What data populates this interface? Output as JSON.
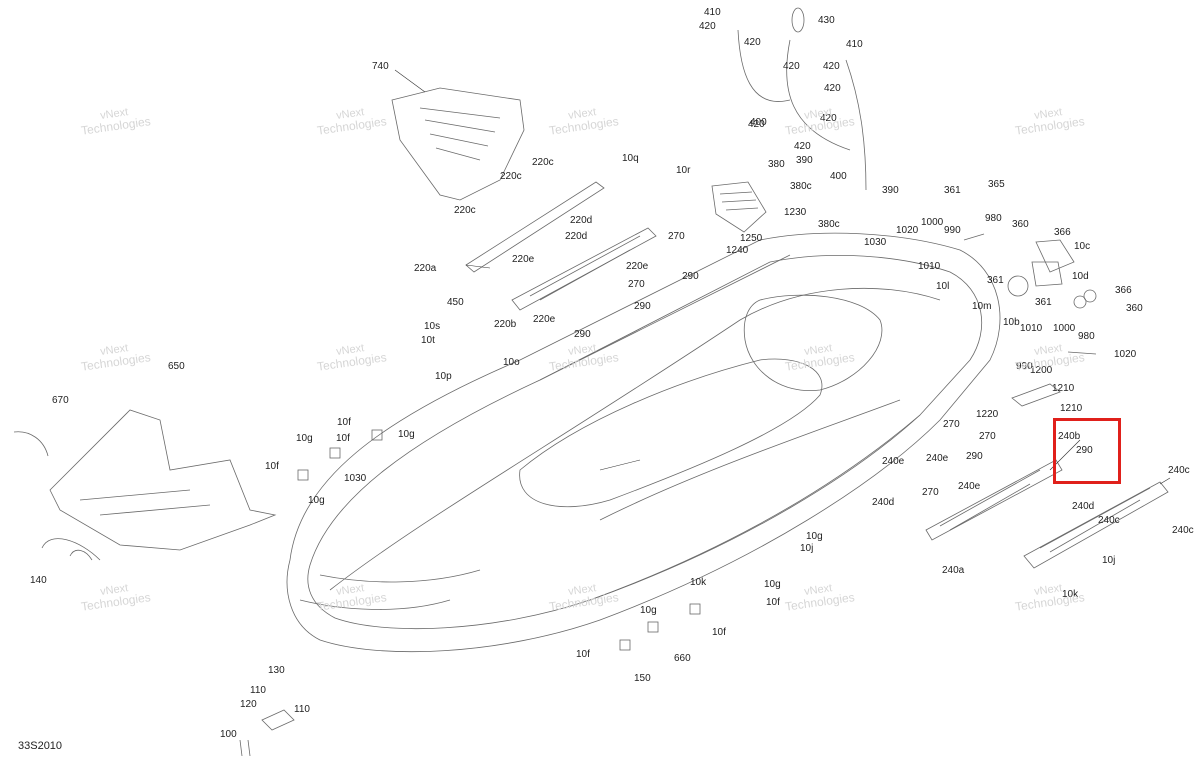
{
  "diagram": {
    "code": "33S2010",
    "watermark": {
      "line1": "vNext",
      "line2": "Technologies"
    },
    "highlight_label": "240b",
    "callouts": [
      "740",
      "220c",
      "220c",
      "220c",
      "220a",
      "220d",
      "220d",
      "220e",
      "220e",
      "220e",
      "220b",
      "270",
      "270",
      "290",
      "290",
      "290",
      "10q",
      "10r",
      "1230",
      "1250",
      "1240",
      "410",
      "420",
      "420",
      "420",
      "420",
      "430",
      "410",
      "420",
      "420",
      "400",
      "400",
      "420",
      "390",
      "380",
      "380c",
      "420",
      "390",
      "380c",
      "361",
      "365",
      "980",
      "1030",
      "1020",
      "1000",
      "990",
      "1010",
      "10l",
      "10m",
      "360",
      "366",
      "10c",
      "361",
      "10d",
      "361",
      "366",
      "360",
      "10b",
      "450",
      "10s",
      "10t",
      "10o",
      "10p",
      "650",
      "670",
      "10f",
      "10f",
      "10g",
      "10g",
      "10f",
      "10g",
      "1030",
      "1010",
      "1000",
      "980",
      "1020",
      "990",
      "1200",
      "1210",
      "1220",
      "1210",
      "240b",
      "290",
      "270",
      "270",
      "240e",
      "290",
      "240e",
      "270",
      "240e",
      "240d",
      "240d",
      "240a",
      "240c",
      "240c",
      "240c",
      "10j",
      "10k",
      "10g",
      "10j",
      "10k",
      "10g",
      "10f",
      "10g",
      "10f",
      "10f",
      "660",
      "150",
      "140",
      "130",
      "110",
      "110",
      "120",
      "100"
    ]
  }
}
